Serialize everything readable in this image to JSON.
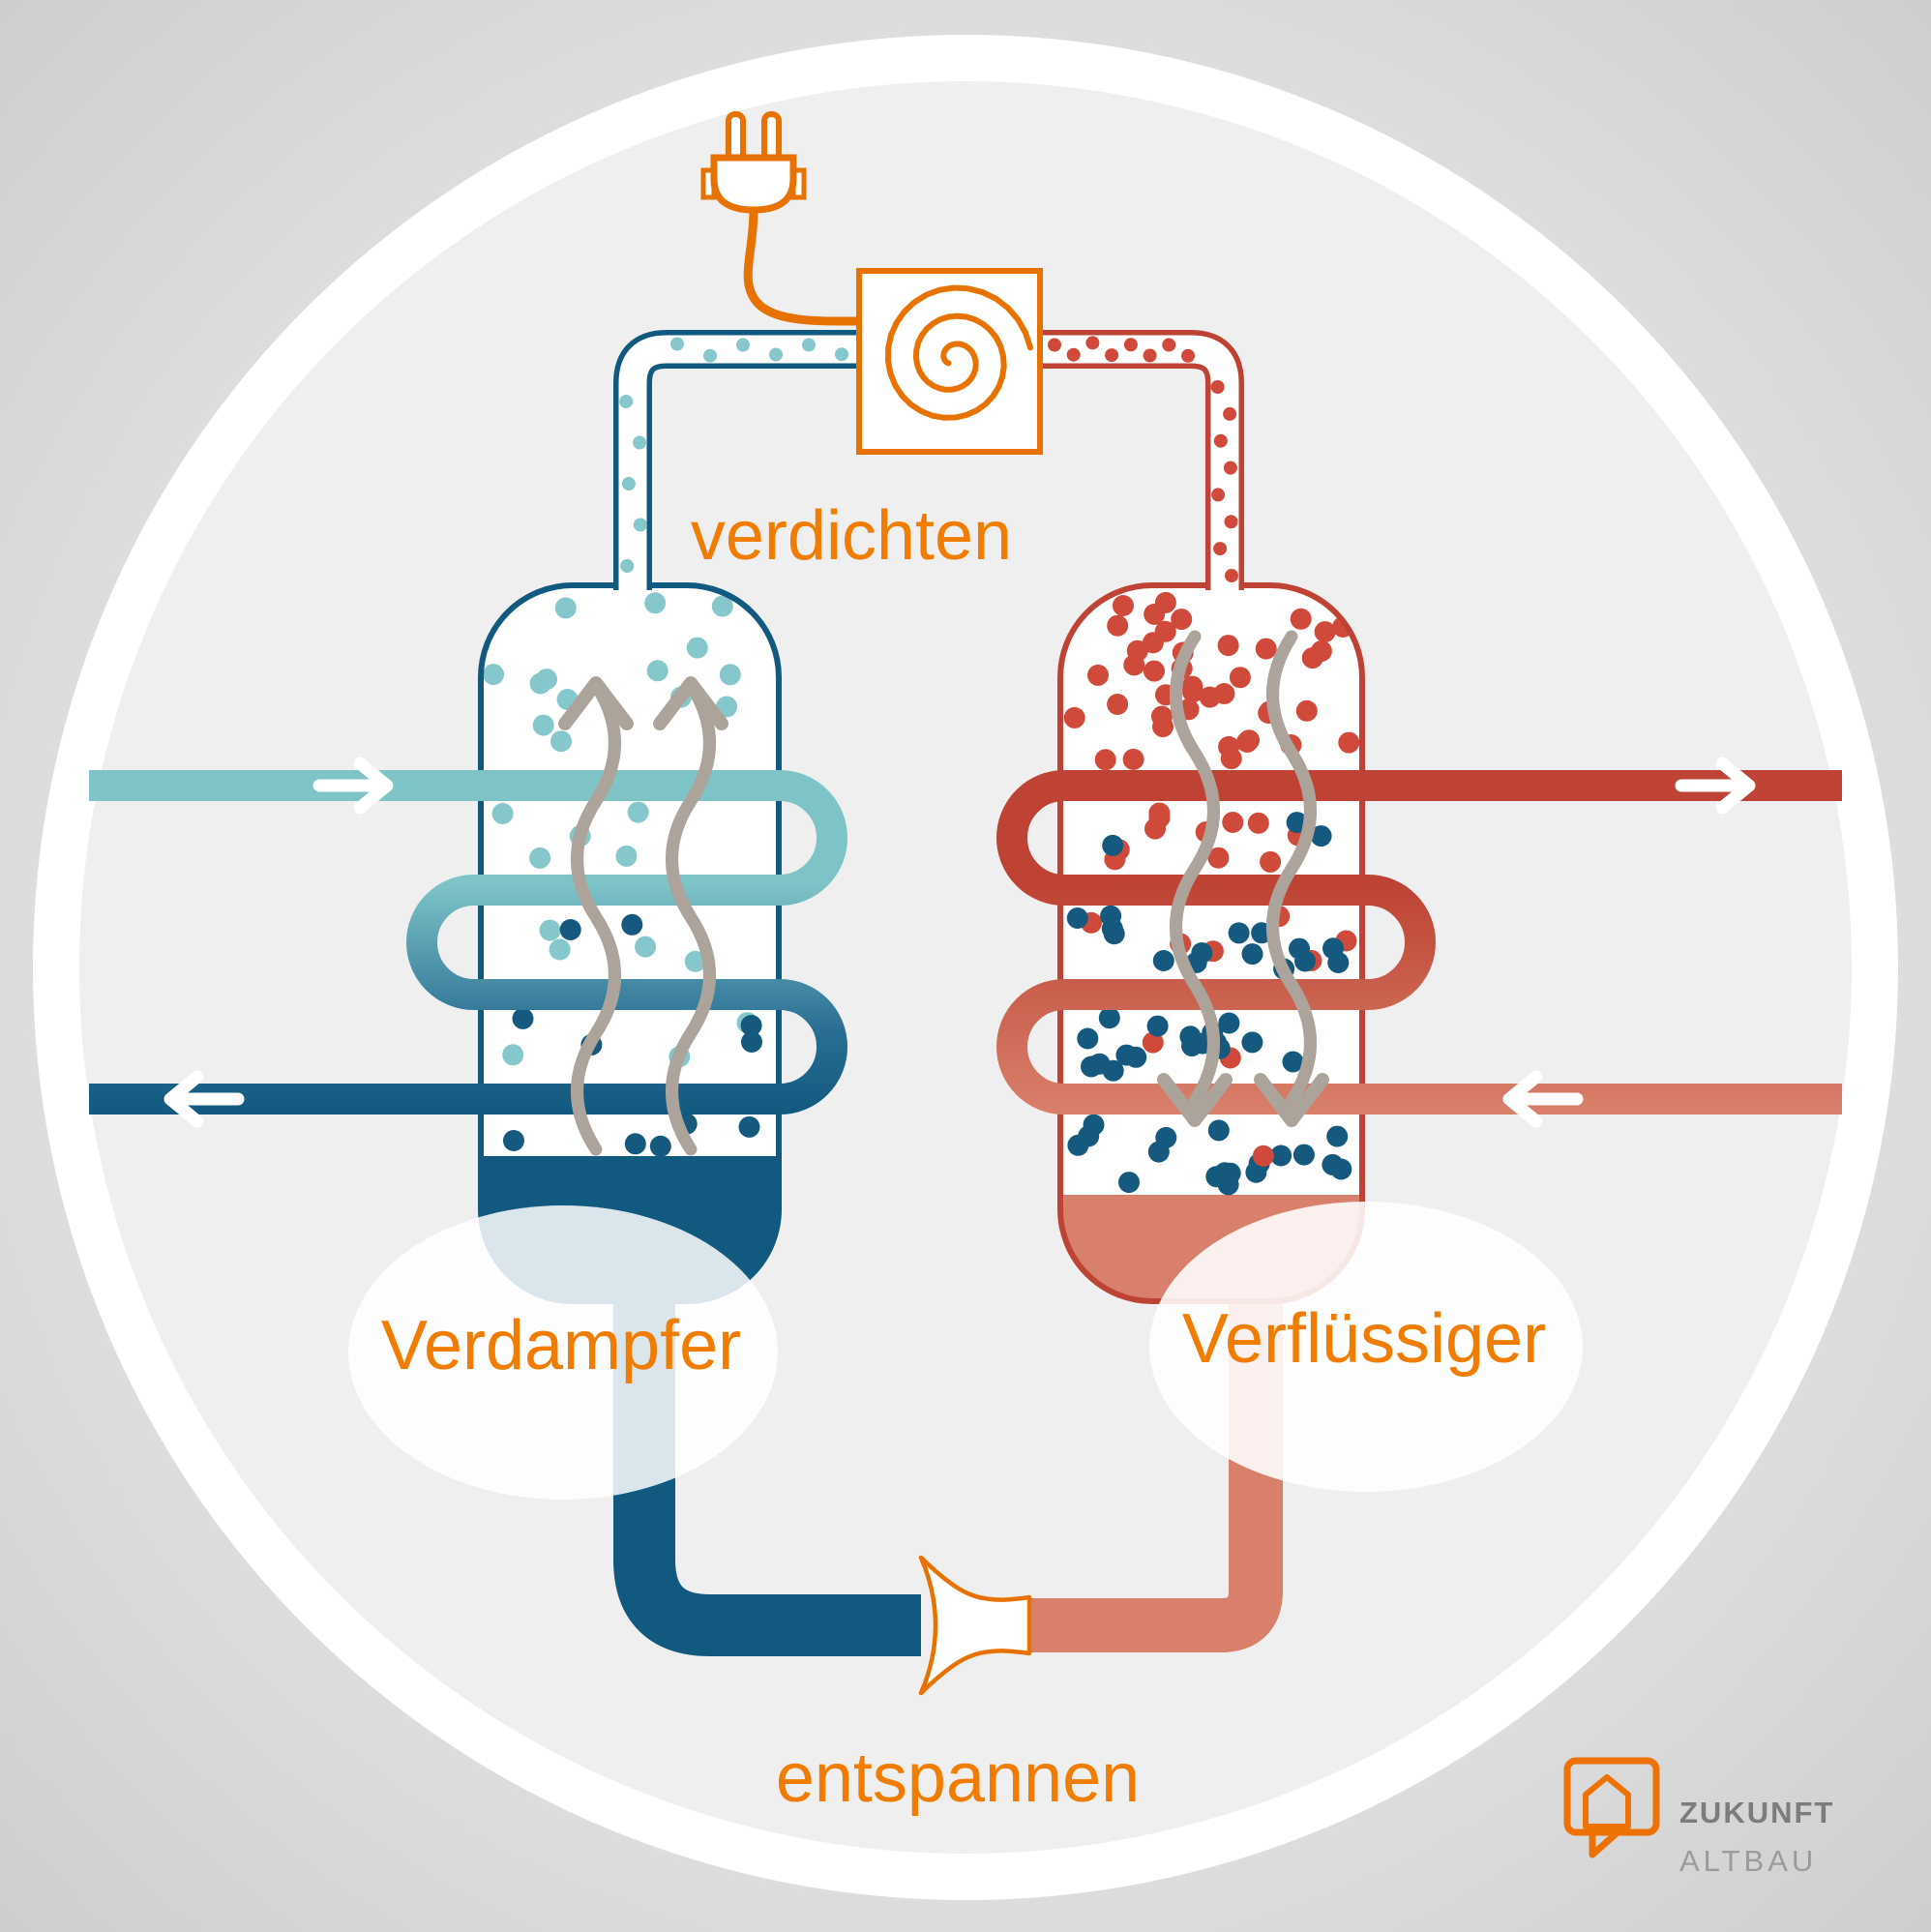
{
  "diagram": {
    "labels": {
      "compress": "verdichten",
      "expand": "entspannen",
      "evaporator": "Verdampfer",
      "condenser": "Verflüssiger"
    },
    "colors": {
      "orange": "#EE7203",
      "label_orange": "#F07C00",
      "teal": "#7EC4C7",
      "dark_blue": "#11597F",
      "brick_red": "#BE4334",
      "salmon": "#D8806B",
      "teal_dot": "#85C7CB",
      "red_dot": "#CF4A3A",
      "blue_dot": "#155A7E",
      "arrow_gray": "#ACA49B",
      "flow_arrow_white": "#FFFFFF",
      "background": "#D8D8D8",
      "circle_fill": "#EFEFEF",
      "ring_white": "#FFFFFF",
      "logo_gray_dark": "#7C7C7C",
      "logo_gray_light": "#9B9B9B"
    }
  },
  "logo": {
    "line1": "ZUKUNFT",
    "line2": "ALTBAU"
  }
}
